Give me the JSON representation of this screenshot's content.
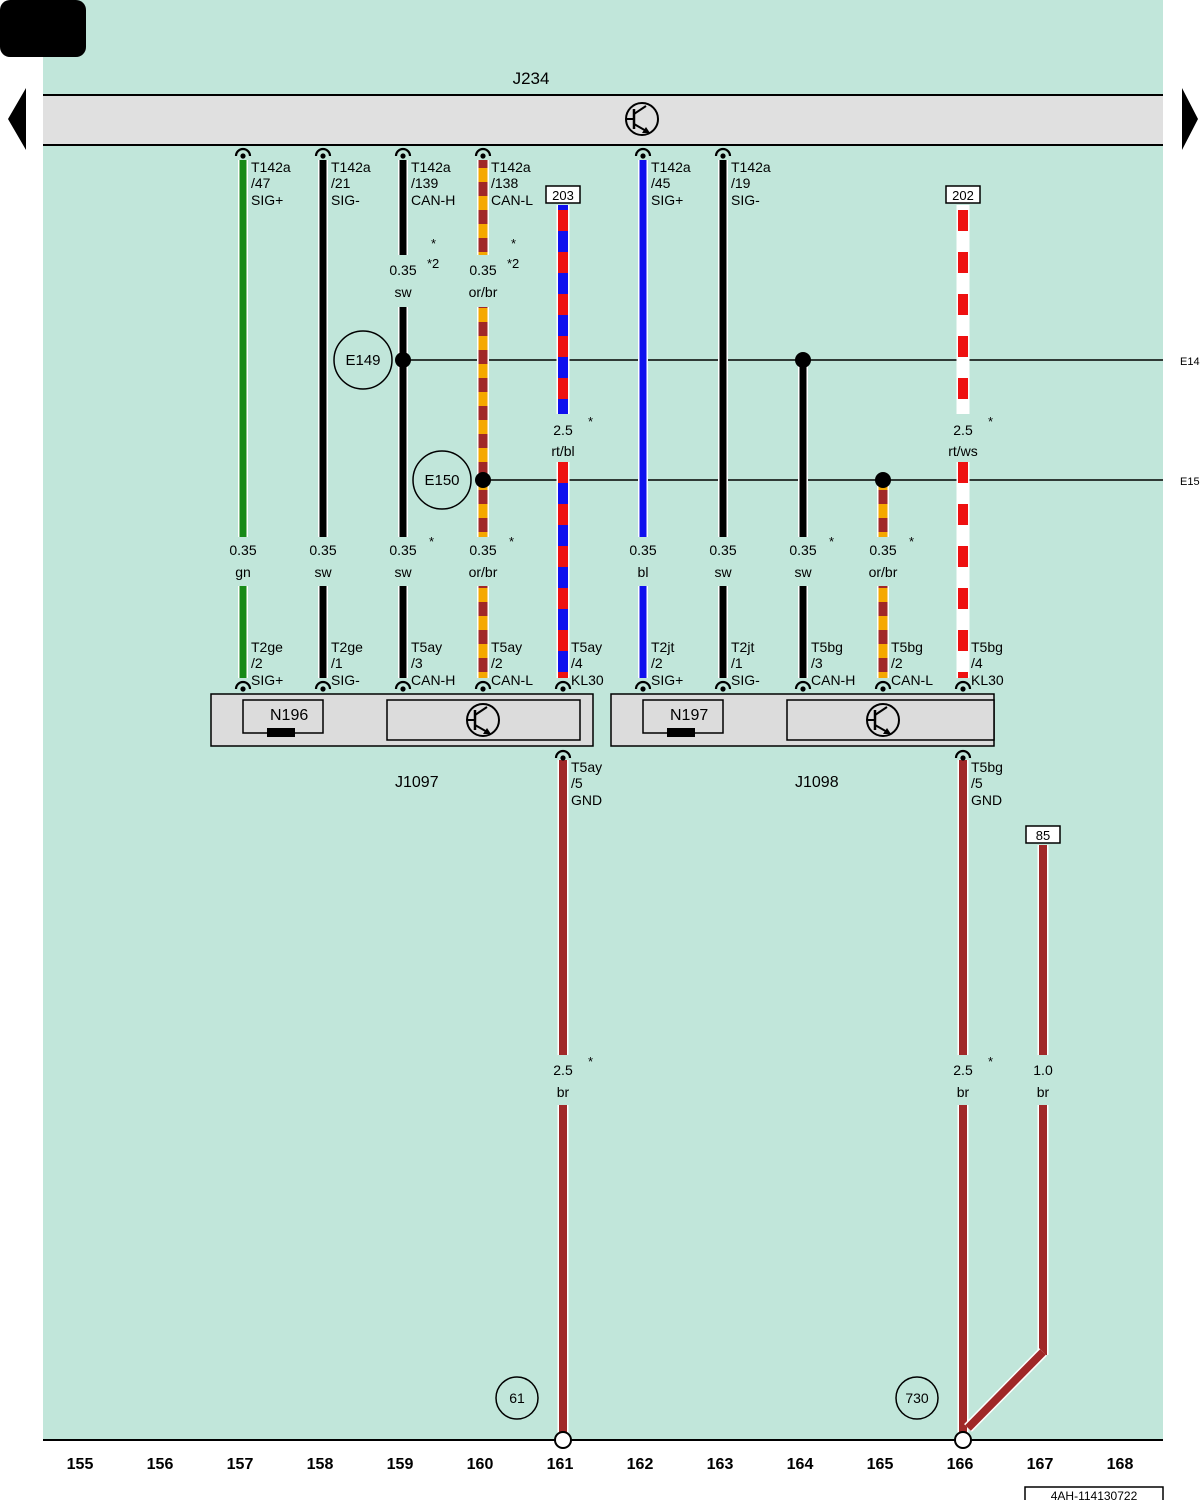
{
  "title": "J234",
  "doc_id": "4AH-114130722",
  "colors": {
    "background": "#c1e6da",
    "bus_fill": "#e0e0e0",
    "module_fill": "#dcdcdc",
    "gn": "#178a17",
    "sw": "#000000",
    "bl": "#1010ee",
    "br": "#a02828",
    "or": "#f5a800",
    "rt": "#ee1111",
    "ws": "#ffffff"
  },
  "track_numbers": [
    "155",
    "156",
    "157",
    "158",
    "159",
    "160",
    "161",
    "162",
    "163",
    "164",
    "165",
    "166",
    "167",
    "168"
  ],
  "buses": [
    {
      "name": "E149",
      "edge_label": "E14"
    },
    {
      "name": "E150",
      "edge_label": "E15"
    }
  ],
  "reference_boxes": [
    "203",
    "202",
    "85"
  ],
  "ground_points": [
    "61",
    "730"
  ],
  "asterisk": "*",
  "note_star2": "*2",
  "modules": [
    {
      "name": "J1097",
      "sub": "N196"
    },
    {
      "name": "J1098",
      "sub": "N197"
    }
  ],
  "upper_pins": [
    {
      "conn": "T142a",
      "pin": "/47",
      "sig": "SIG+"
    },
    {
      "conn": "T142a",
      "pin": "/21",
      "sig": "SIG-"
    },
    {
      "conn": "T142a",
      "pin": "/139",
      "sig": "CAN-H"
    },
    {
      "conn": "T142a",
      "pin": "/138",
      "sig": "CAN-L"
    },
    {
      "conn": "T142a",
      "pin": "/45",
      "sig": "SIG+"
    },
    {
      "conn": "T142a",
      "pin": "/19",
      "sig": "SIG-"
    }
  ],
  "lower_pins": [
    {
      "conn": "T2ge",
      "pin": "/2",
      "sig": "SIG+"
    },
    {
      "conn": "T2ge",
      "pin": "/1",
      "sig": "SIG-"
    },
    {
      "conn": "T5ay",
      "pin": "/3",
      "sig": "CAN-H"
    },
    {
      "conn": "T5ay",
      "pin": "/2",
      "sig": "CAN-L"
    },
    {
      "conn": "T5ay",
      "pin": "/4",
      "sig": "KL30"
    },
    {
      "conn": "T2jt",
      "pin": "/2",
      "sig": "SIG+"
    },
    {
      "conn": "T2jt",
      "pin": "/1",
      "sig": "SIG-"
    },
    {
      "conn": "T5bg",
      "pin": "/3",
      "sig": "CAN-H"
    },
    {
      "conn": "T5bg",
      "pin": "/2",
      "sig": "CAN-L"
    },
    {
      "conn": "T5bg",
      "pin": "/4",
      "sig": "KL30"
    }
  ],
  "gnd_pins": [
    {
      "conn": "T5ay",
      "pin": "/5",
      "sig": "GND"
    },
    {
      "conn": "T5bg",
      "pin": "/5",
      "sig": "GND"
    }
  ],
  "wire_labels": [
    {
      "size": "0.35",
      "color": "gn"
    },
    {
      "size": "0.35",
      "color": "sw"
    },
    {
      "size": "0.35",
      "color": "sw"
    },
    {
      "size": "0.35",
      "color": "or/br"
    },
    {
      "size": "0.35",
      "color": "bl"
    },
    {
      "size": "0.35",
      "color": "sw"
    },
    {
      "size": "0.35",
      "color": "sw"
    },
    {
      "size": "0.35",
      "color": "or/br"
    },
    {
      "size": "0.35",
      "color": "sw"
    },
    {
      "size": "0.35",
      "color": "or/br"
    },
    {
      "size": "2.5",
      "color": "rt/bl"
    },
    {
      "size": "2.5",
      "color": "rt/ws"
    },
    {
      "size": "2.5",
      "color": "br"
    },
    {
      "size": "2.5",
      "color": "br"
    },
    {
      "size": "1.0",
      "color": "br"
    }
  ]
}
